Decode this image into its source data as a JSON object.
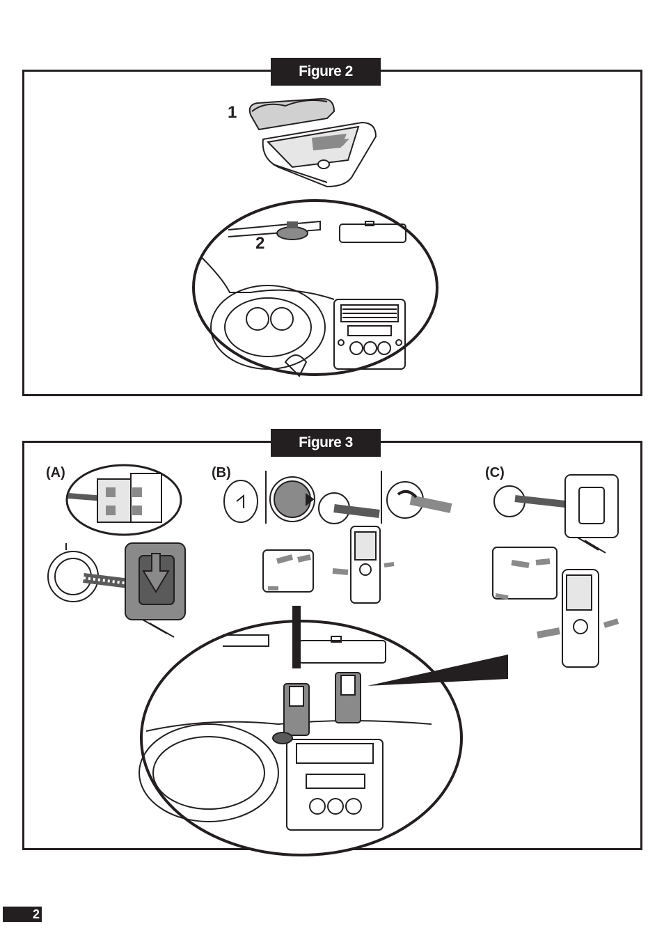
{
  "figure2": {
    "label": "Figure 2",
    "step1": "1",
    "step2": "2"
  },
  "figure3": {
    "label": "Figure 3",
    "panel_a": "(A)",
    "panel_b": "(B)",
    "panel_c": "(C)"
  },
  "page_number": "2",
  "colors": {
    "ink": "#231f20",
    "gray": "#8a8a8a",
    "dark_gray": "#5a5a5a"
  }
}
